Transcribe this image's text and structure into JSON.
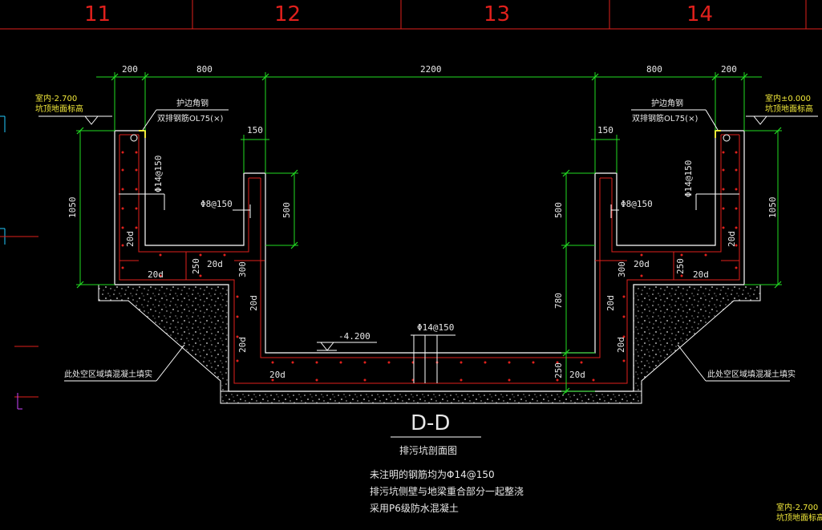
{
  "grid_axes": [
    "11",
    "12",
    "13",
    "14"
  ],
  "dims": {
    "top": [
      "200",
      "800",
      "2200",
      "800",
      "200"
    ],
    "wall_thick": "150",
    "left_height": "1050",
    "right_height": "1050",
    "step_height": "500",
    "sump_depth": "780",
    "slab": "250",
    "beam": "300",
    "anchor": "20d"
  },
  "rebar": {
    "wall": "Φ14@150",
    "stirrup": "Φ8@150",
    "bottom": "Φ14@150"
  },
  "labels": {
    "angle_steel": "护边角钢",
    "anchor_bar": "双排钢筋",
    "angle_code": "OL75(×)",
    "elev_left": "室内-2.700",
    "elev_left_sub": "坑顶地面标高",
    "elev_right": "室内±0.000",
    "elev_right_sub": "坑顶地面标高",
    "elev_bottom": "-4.200",
    "elev_br": "室内-2.700",
    "elev_br_sub": "坑顶地面标高",
    "fill_left": "此处空区域填混凝土填实",
    "fill_right": "此处空区域填混凝土填实"
  },
  "title": {
    "section": "D-D",
    "name": "排污坑剖面图",
    "notes": [
      "未注明的钢筋均为Φ14@150",
      "排污坑侧壁与地梁重合部分一起整浇",
      "采用P6级防水混凝土"
    ]
  },
  "colors": {
    "background": "#000000",
    "concrete": "#ffffff",
    "rebar": "#e0201c",
    "dimension": "#22dd22",
    "axis": "#e0201c",
    "elevation_text": "#f2e93a"
  }
}
